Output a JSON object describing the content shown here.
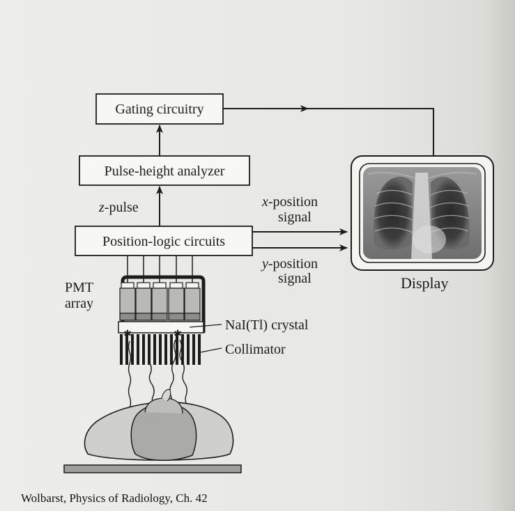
{
  "blocks": {
    "gating": "Gating circuitry",
    "pha": "Pulse-height analyzer",
    "position_logic": "Position-logic circuits"
  },
  "labels": {
    "z_pulse_var": "z",
    "z_pulse_rest": "-pulse",
    "x_signal_var": "x",
    "x_signal_rest": "-position",
    "x_signal_line2": "signal",
    "y_signal_var": "y",
    "y_signal_rest": "-position",
    "y_signal_line2": "signal",
    "display": "Display",
    "pmt_line1": "PMT",
    "pmt_line2": "array",
    "crystal": "NaI(Tl) crystal",
    "collimator": "Collimator"
  },
  "caption": "Wolbarst, Physics of Radiology, Ch. 42",
  "colors": {
    "ink": "#1c1c1c",
    "paper": "#ebebe8"
  }
}
